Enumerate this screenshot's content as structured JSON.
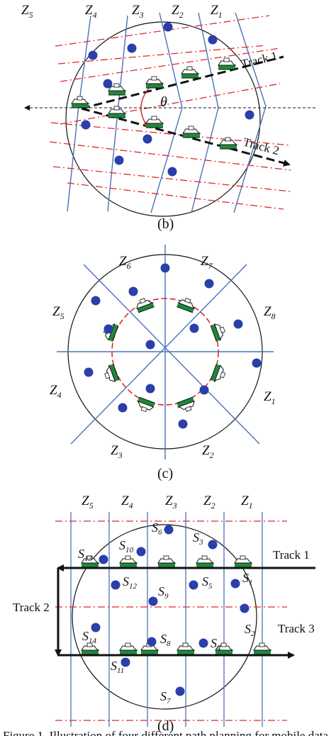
{
  "panel_b": {
    "caption": "(b)",
    "zones": [
      {
        "z": "Z",
        "sub": "5"
      },
      {
        "z": "Z",
        "sub": "4"
      },
      {
        "z": "Z",
        "sub": "3"
      },
      {
        "z": "Z",
        "sub": "2"
      },
      {
        "z": "Z",
        "sub": "1"
      }
    ],
    "track1": "Track 1",
    "track2": "Track 2",
    "angle": "θ"
  },
  "panel_c": {
    "caption": "(c)",
    "zones": [
      {
        "z": "Z",
        "sub": "6"
      },
      {
        "z": "Z",
        "sub": "7"
      },
      {
        "z": "Z",
        "sub": "8"
      },
      {
        "z": "Z",
        "sub": "1"
      },
      {
        "z": "Z",
        "sub": "2"
      },
      {
        "z": "Z",
        "sub": "3"
      },
      {
        "z": "Z",
        "sub": "4"
      },
      {
        "z": "Z",
        "sub": "5"
      }
    ]
  },
  "panel_d": {
    "caption": "(d)",
    "zones": [
      {
        "z": "Z",
        "sub": "5"
      },
      {
        "z": "Z",
        "sub": "4"
      },
      {
        "z": "Z",
        "sub": "3"
      },
      {
        "z": "Z",
        "sub": "2"
      },
      {
        "z": "Z",
        "sub": "1"
      }
    ],
    "track1": "Track 1",
    "track2": "Track 2",
    "track3": "Track 3",
    "sensors": [
      {
        "s": "S",
        "sub": "6"
      },
      {
        "s": "S",
        "sub": "3"
      },
      {
        "s": "S",
        "sub": "10"
      },
      {
        "s": "S",
        "sub": "13"
      },
      {
        "s": "S",
        "sub": "12"
      },
      {
        "s": "S",
        "sub": "9"
      },
      {
        "s": "S",
        "sub": "5"
      },
      {
        "s": "S",
        "sub": "1"
      },
      {
        "s": "S",
        "sub": "14"
      },
      {
        "s": "S",
        "sub": "2"
      },
      {
        "s": "S",
        "sub": "8"
      },
      {
        "s": "S",
        "sub": "4"
      },
      {
        "s": "S",
        "sub": "11"
      },
      {
        "s": "S",
        "sub": "7"
      }
    ]
  },
  "figure_caption": "Figure 1. Illustration of four different path planning for mobile data",
  "colors": {
    "zone_line": "#4a72b8",
    "red_dash": "#e0282a",
    "node": "#2a3fa8",
    "ship_green": "#1e8a3a",
    "track": "#111111"
  }
}
